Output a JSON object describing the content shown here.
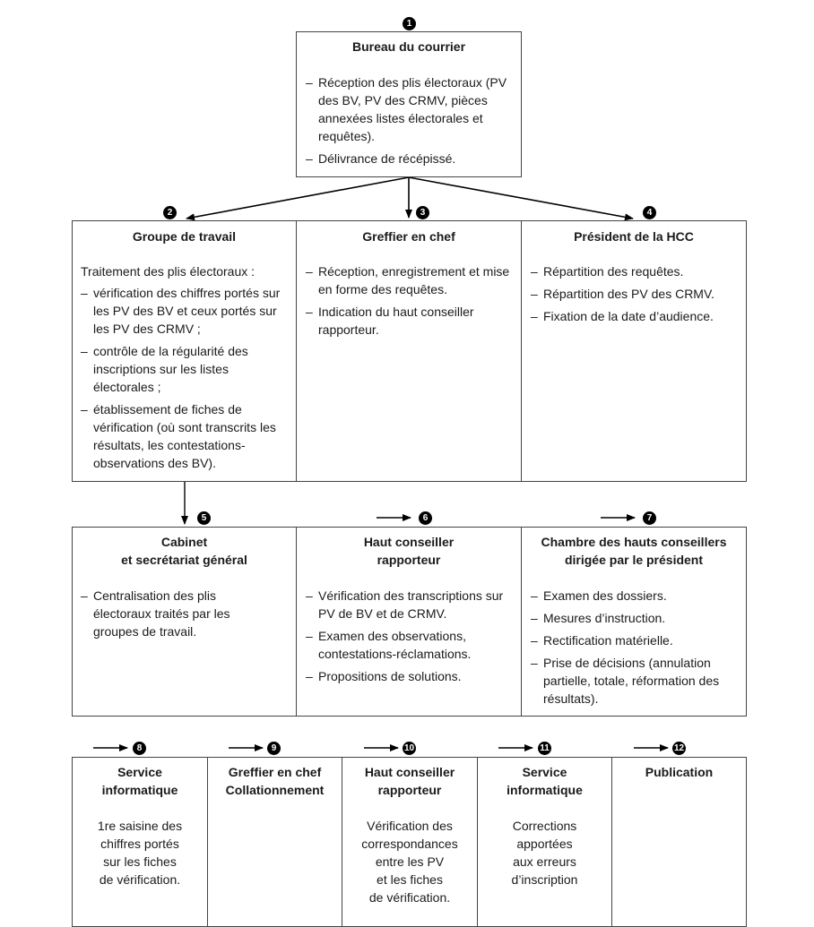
{
  "steps": [
    {
      "num": "1",
      "title": "Bureau du courrier",
      "items": [
        "Réception des plis électoraux (PV des BV, PV des CRMV, pièces annexées listes électorales et requêtes).",
        "Délivrance de récépissé."
      ]
    },
    {
      "num": "2",
      "title": "Groupe de travail",
      "intro": "Traitement des plis électoraux :",
      "items": [
        "vérification des chiffres portés sur les PV des BV et ceux portés sur les PV des CRMV ;",
        "contrôle de la régularité des inscriptions sur les listes électorales ;",
        "établissement de fiches de vérification (où sont transcrits les résultats, les contestations-observations des BV)."
      ]
    },
    {
      "num": "3",
      "title": "Greffier en chef",
      "items": [
        "Réception, enregistrement et mise en forme des requêtes.",
        "Indication du haut conseiller rapporteur."
      ]
    },
    {
      "num": "4",
      "title": "Président de la HCC",
      "items": [
        "Répartition des requêtes.",
        "Répartition des PV des CRMV.",
        "Fixation de la date d’audience."
      ]
    },
    {
      "num": "5",
      "title_line1": "Cabinet",
      "title_line2": "et secrétariat général",
      "items": [
        "Centralisation des plis électoraux traités par les groupes de travail."
      ]
    },
    {
      "num": "6",
      "title_line1": "Haut conseiller",
      "title_line2": "rapporteur",
      "items": [
        "Vérification des transcriptions sur PV de BV et de CRMV.",
        "Examen des observations, contestations-réclamations.",
        "Propositions de solutions."
      ]
    },
    {
      "num": "7",
      "title_line1": "Chambre des hauts conseillers",
      "title_line2": "dirigée par le président",
      "items": [
        "Examen des dossiers.",
        "Mesures d’instruction.",
        "Rectification matérielle.",
        "Prise de décisions (annulation partielle, totale, réformation des résultats)."
      ]
    },
    {
      "num": "8",
      "title_line1": "Service",
      "title_line2": "informatique",
      "text_lines": [
        "1re saisine des",
        "chiffres portés",
        "sur les fiches",
        "de vérification."
      ]
    },
    {
      "num": "9",
      "title_line1": "Greffier en chef",
      "title_line2": "Collationnement",
      "text_lines": []
    },
    {
      "num": "10",
      "title_line1": "Haut conseiller",
      "title_line2": "rapporteur",
      "text_lines": [
        "Vérification des",
        "correspondances",
        "entre les PV",
        "et les fiches",
        "de vérification."
      ]
    },
    {
      "num": "11",
      "title_line1": "Service",
      "title_line2": "informatique",
      "text_lines": [
        "Corrections",
        "apportées",
        "aux erreurs",
        "d’inscription"
      ]
    },
    {
      "num": "12",
      "title_line1": "Publication",
      "title_line2": "",
      "text_lines": []
    }
  ]
}
